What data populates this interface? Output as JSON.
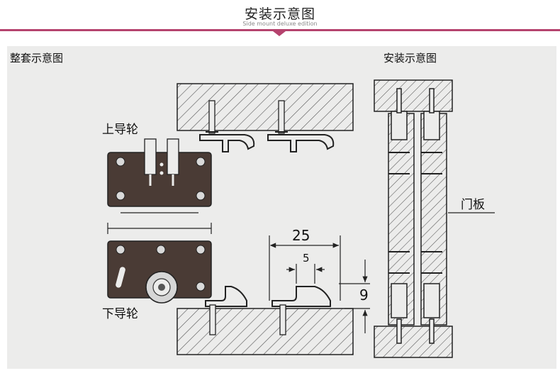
{
  "header": {
    "title": "安装示意图",
    "subtitle": "Side mount deluxe edition",
    "accent_color": "#b5436e"
  },
  "diagram": {
    "left_title": "整套示意图",
    "right_title": "安装示意图",
    "upper_wheel_label": "上导轮",
    "lower_wheel_label": "下导轮",
    "door_panel_label": "门板",
    "dim_width": "25",
    "dim_gap": "5",
    "dim_height": "9"
  }
}
